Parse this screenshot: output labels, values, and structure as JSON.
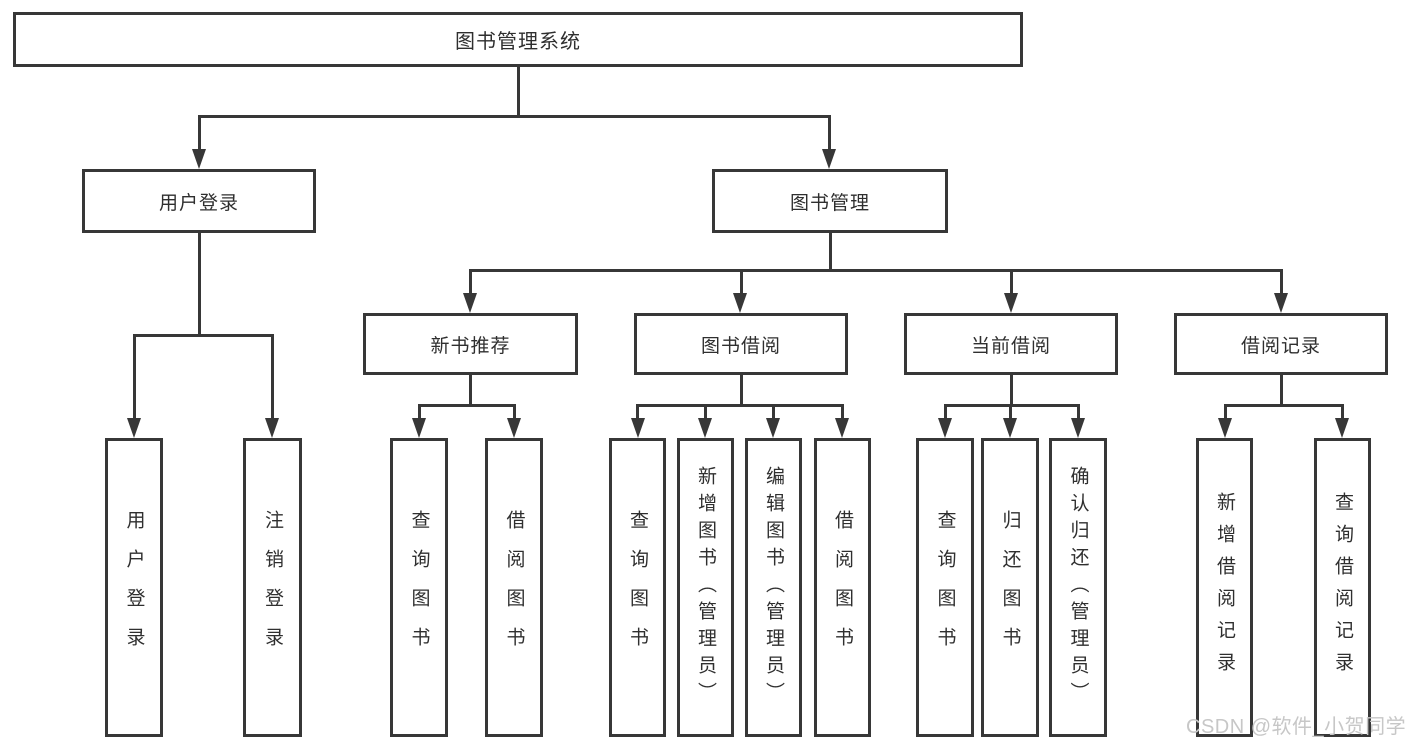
{
  "diagram": {
    "type": "hierarchy-tree",
    "root": {
      "label": "图书管理系统"
    },
    "level1": [
      {
        "label": "用户登录",
        "children": [
          "用户登录",
          "注销登录"
        ]
      },
      {
        "label": "图书管理"
      }
    ],
    "level2": [
      {
        "label": "新书推荐",
        "children": [
          "查询图书",
          "借阅图书"
        ]
      },
      {
        "label": "图书借阅",
        "children": [
          "查询图书",
          "新增图书（管理员）",
          "编辑图书（管理员）",
          "借阅图书"
        ]
      },
      {
        "label": "当前借阅",
        "children": [
          "查询图书",
          "归还图书",
          "确认归还（管理员）"
        ]
      },
      {
        "label": "借阅记录",
        "children": [
          "新增借阅记录",
          "查询借阅记录"
        ]
      }
    ]
  },
  "watermark": {
    "text": "CSDN @软件_小贺同学"
  },
  "colors": {
    "background": "#ffffff",
    "line": "#373737",
    "box_border": "#373737",
    "box_fill": "#ffffff",
    "text": "#2f2f2f",
    "watermark": "#c7c7c7"
  }
}
